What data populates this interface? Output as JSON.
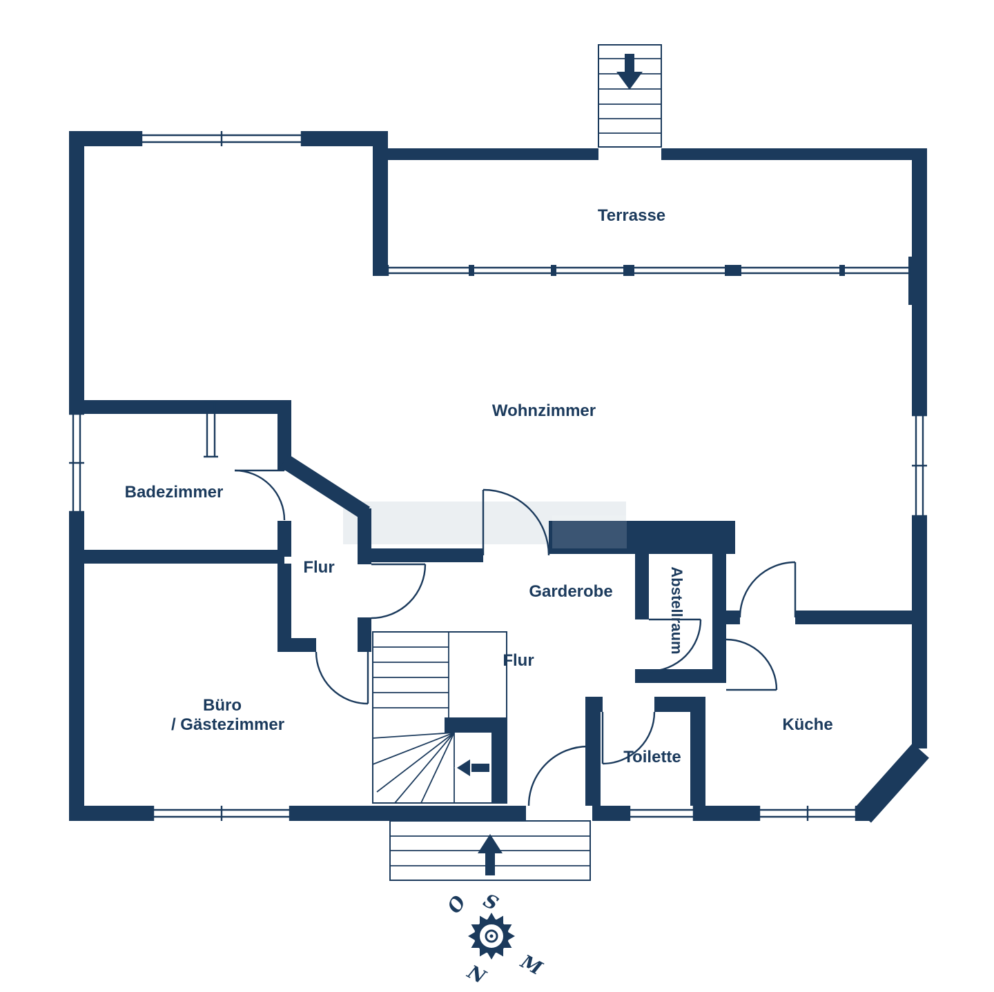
{
  "colors": {
    "wall": "#1b3a5c",
    "background": "#ffffff",
    "watermark": "#e9edf1"
  },
  "rooms": {
    "terrasse": {
      "label": "Terrasse"
    },
    "wohnzimmer": {
      "label": "Wohnzimmer"
    },
    "badezimmer": {
      "label": "Badezimmer"
    },
    "flur_oben": {
      "label": "Flur"
    },
    "garderobe": {
      "label": "Garderobe"
    },
    "abstellraum": {
      "label": "Abstellraum"
    },
    "buero": {
      "line1": "Büro",
      "line2": "/ Gästezimmer"
    },
    "flur_mitte": {
      "label": "Flur"
    },
    "toilette": {
      "label": "Toilette"
    },
    "kueche": {
      "label": "Küche"
    }
  },
  "compass": {
    "top": "S",
    "left": "O",
    "right": "M",
    "bottom": "N"
  }
}
